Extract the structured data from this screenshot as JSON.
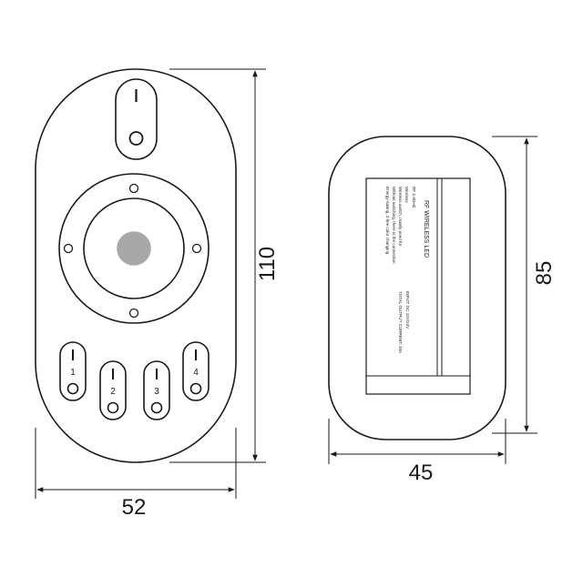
{
  "dimensions": {
    "remote_height": "110",
    "remote_width": "52",
    "receiver_height": "85",
    "receiver_width": "45"
  },
  "remote": {
    "buttons": [
      {
        "symbol": "I",
        "number": "1"
      },
      {
        "symbol": "I",
        "number": "2"
      },
      {
        "symbol": "I",
        "number": "3"
      },
      {
        "symbol": "I",
        "number": "4"
      }
    ]
  },
  "receiver": {
    "label_lines": [
      "RF WIRELESS LED",
      "RF 2.4GHZ",
      "Wireless",
      "Wireless switch, mainly used for",
      "Without switching, there is the connection",
      "Energy-saving, 2-line color changing",
      "INPUT: DC 12V/24V",
      "TOTAL OUTPUT CURRENT: 10A"
    ]
  },
  "colors": {
    "line": "#1a1a1a",
    "center_button": "#a8a8a8",
    "background": "#ffffff"
  }
}
